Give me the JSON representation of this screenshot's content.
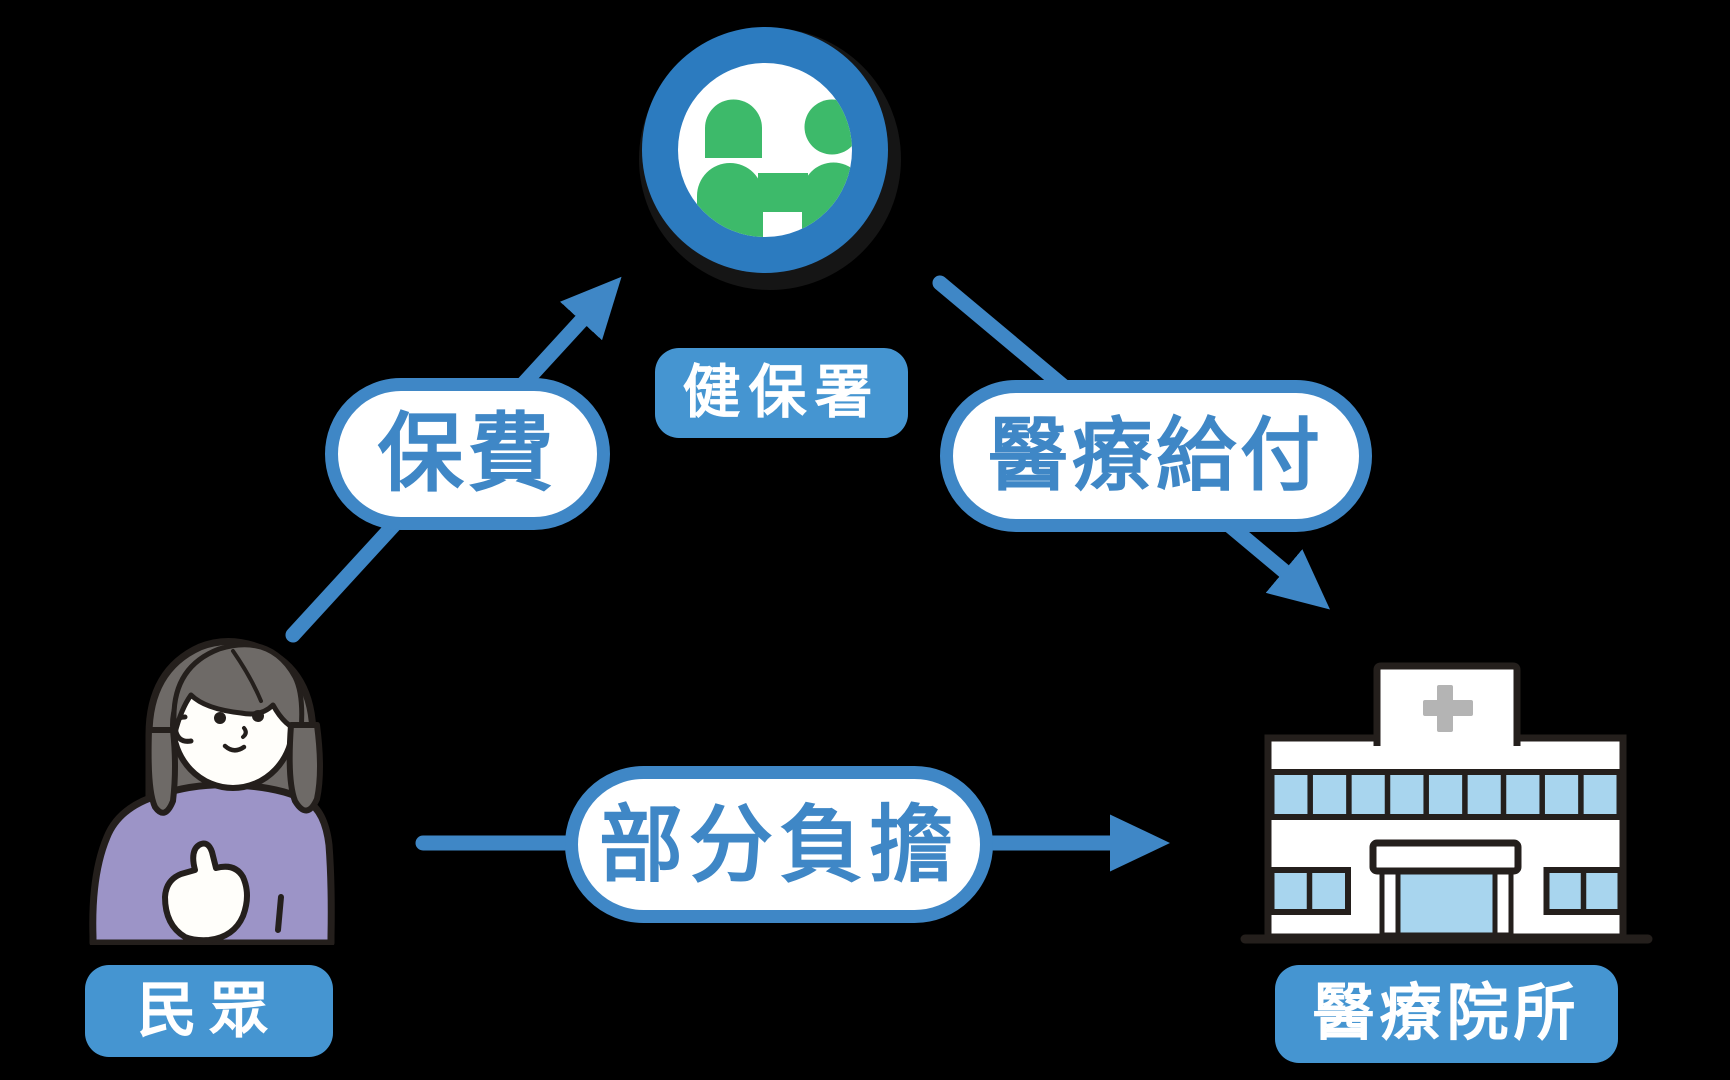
{
  "diagram": {
    "description_visible_text_only": true,
    "background_color": "#000000"
  },
  "nodes": {
    "nhia": {
      "label": "健保署",
      "icon": "people-handshake-icon"
    },
    "public": {
      "label": "民眾",
      "icon": "woman-thumbs-up-illustration"
    },
    "providers": {
      "label": "醫療院所",
      "icon": "hospital-building-illustration"
    }
  },
  "edges": {
    "premium": {
      "label": "保費",
      "from": "民眾",
      "to": "健保署"
    },
    "benefit": {
      "label": "醫療給付",
      "from": "健保署",
      "to": "醫療院所"
    },
    "copayment": {
      "label": "部分負擔",
      "from": "民眾",
      "to": "醫療院所"
    }
  },
  "colors": {
    "arrow_blue": "#3F87C6",
    "pill_border_blue": "#3F87C6",
    "pill_text_blue": "#3F87C6",
    "tag_fill_blue": "#4595D1",
    "icon_green": "#3DBA6A",
    "icon_ring_blue": "#2C7BBF",
    "window_light_blue": "#A8D5EE",
    "cross_gray": "#B4B4B4",
    "sweater_purple": "#9C94C7",
    "hair_gray_brown": "#6E6A67",
    "outline_dark": "#241F1C",
    "background": "#000000"
  }
}
